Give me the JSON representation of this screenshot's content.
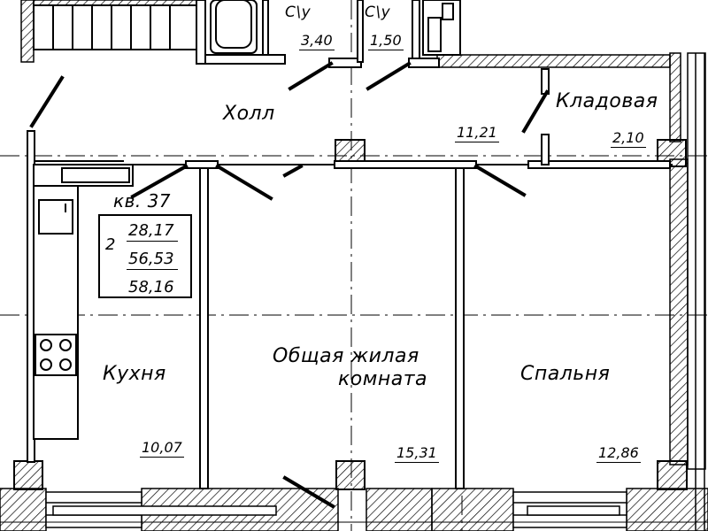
{
  "apartment": {
    "number_label": "кв. 37",
    "rooms_count": "2",
    "living_area": "28,17",
    "total_area": "56,53",
    "total_area_with_balcony": "58,16"
  },
  "rooms": {
    "hall": {
      "name": "Холл",
      "area": "11,21"
    },
    "storage": {
      "name": "Кладовая",
      "area": "2,10"
    },
    "kitchen": {
      "name": "Кухня",
      "area": "10,07"
    },
    "living_room": {
      "name_line1": "Общая жилая",
      "name_line2": "комната",
      "area": "15,31"
    },
    "bedroom": {
      "name": "Спальня",
      "area": "12,86"
    },
    "bathroom_1": {
      "name": "С\\у",
      "area": "3,40"
    },
    "bathroom_2": {
      "name": "С\\у",
      "area": "1,50"
    }
  },
  "colors": {
    "ink": "#000000",
    "paper": "#ffffff",
    "hatch": "#000000"
  }
}
